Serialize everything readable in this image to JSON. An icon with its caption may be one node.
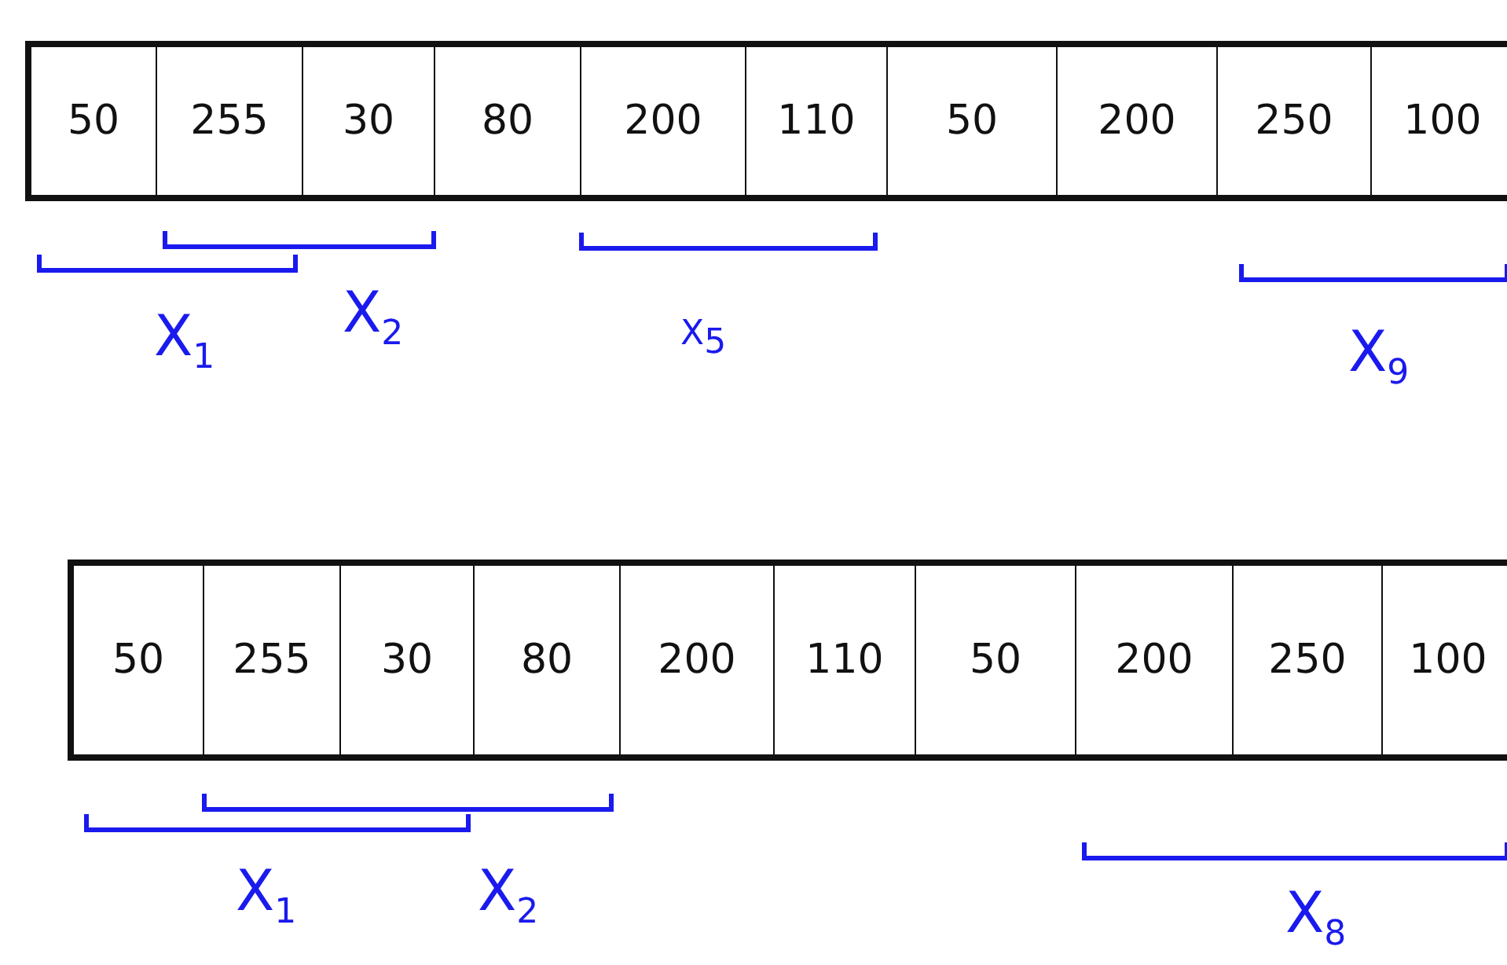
{
  "diagram": {
    "labels": [
      "50",
      "255",
      "30",
      "80",
      "200",
      "110",
      "50",
      "200",
      "250",
      "100",
      "X$_{1}$",
      "X$_{2}$",
      "X$_{5}$",
      "X$_{9}$",
      "50",
      "255",
      "30",
      "80",
      "200",
      "110",
      "50",
      "200",
      "250",
      "100",
      "X$_{1}$",
      "X$_{2}$",
      "X$_{8}$"
    ]
  }
}
